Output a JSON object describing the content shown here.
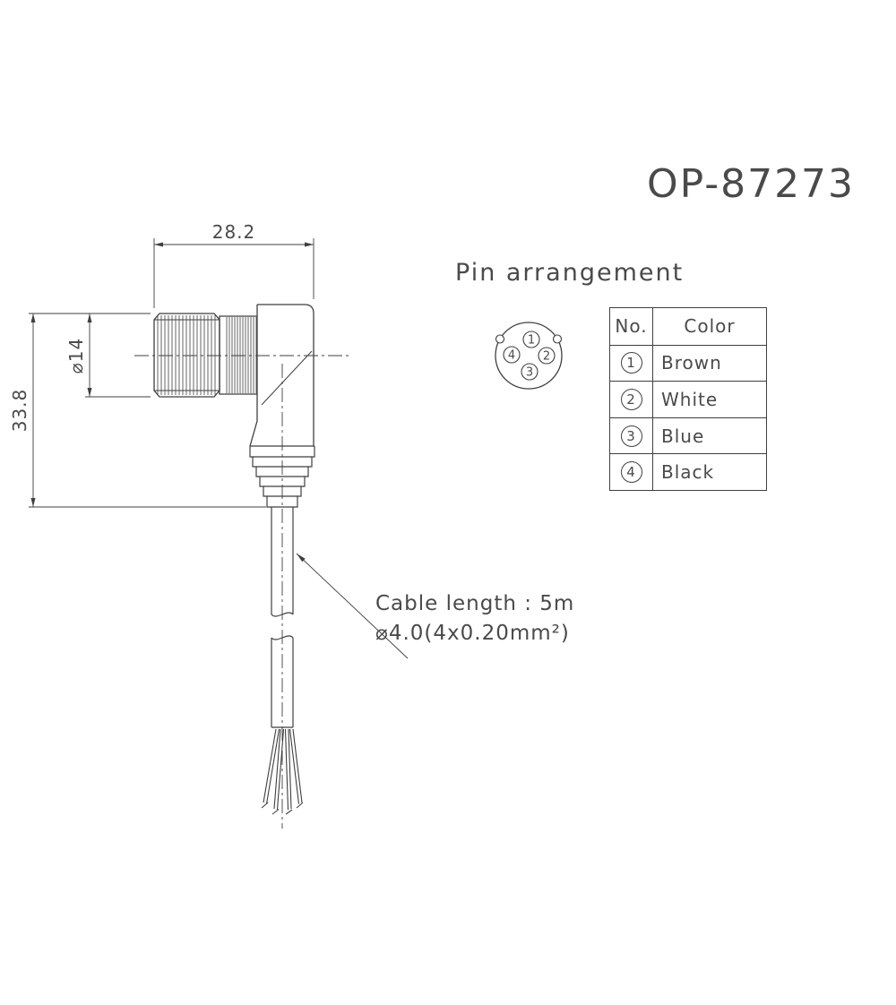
{
  "title": "OP-87273",
  "pin_arrangement": {
    "heading": "Pin arrangement",
    "pins": [
      "1",
      "2",
      "3",
      "4"
    ]
  },
  "table": {
    "headers": {
      "no": "No.",
      "color": "Color"
    },
    "rows": [
      {
        "no": "1",
        "color": "Brown"
      },
      {
        "no": "2",
        "color": "White"
      },
      {
        "no": "3",
        "color": "Blue"
      },
      {
        "no": "4",
        "color": "Black"
      }
    ]
  },
  "dimensions": {
    "width": "28.2",
    "diameter": "⌀14",
    "height": "33.8"
  },
  "cable_note": {
    "line1": "Cable length : 5m",
    "line2": "⌀4.0(4x0.20mm²)"
  },
  "colors": {
    "line": "#3f3f3f"
  }
}
